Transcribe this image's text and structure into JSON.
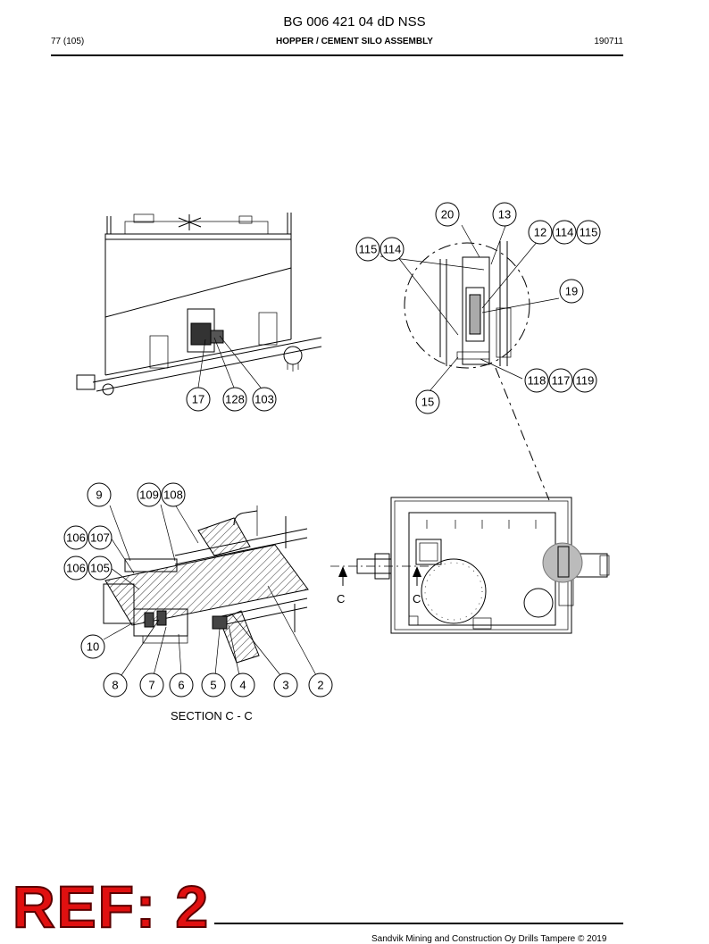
{
  "header": {
    "document_number": "BG 006 421 04 dD NSS",
    "page": "77 (105)",
    "section_title": "HOPPER / CEMENT SILO ASSEMBLY",
    "date_code": "190711"
  },
  "balloons": {
    "b20": "20",
    "b13": "13",
    "b12": "12",
    "b114a": "114",
    "b115a": "115",
    "b115b": "115",
    "b114b": "114",
    "b19": "19",
    "b118": "118",
    "b117": "117",
    "b119": "119",
    "b15": "15",
    "b17": "17",
    "b128": "128",
    "b103": "103",
    "b9": "9",
    "b109": "109",
    "b108": "108",
    "b106a": "106",
    "b107": "107",
    "b106b": "106",
    "b105": "105",
    "b10": "10",
    "b8": "8",
    "b7": "7",
    "b6": "6",
    "b5": "5",
    "b4": "4",
    "b3": "3",
    "b2": "2"
  },
  "labels": {
    "section": "SECTION C - C",
    "cut_left": "C",
    "cut_right": "C"
  },
  "stamp": "REF: 2",
  "footer": "Sandvik Mining and Construction Oy Drills Tampere © 2019"
}
